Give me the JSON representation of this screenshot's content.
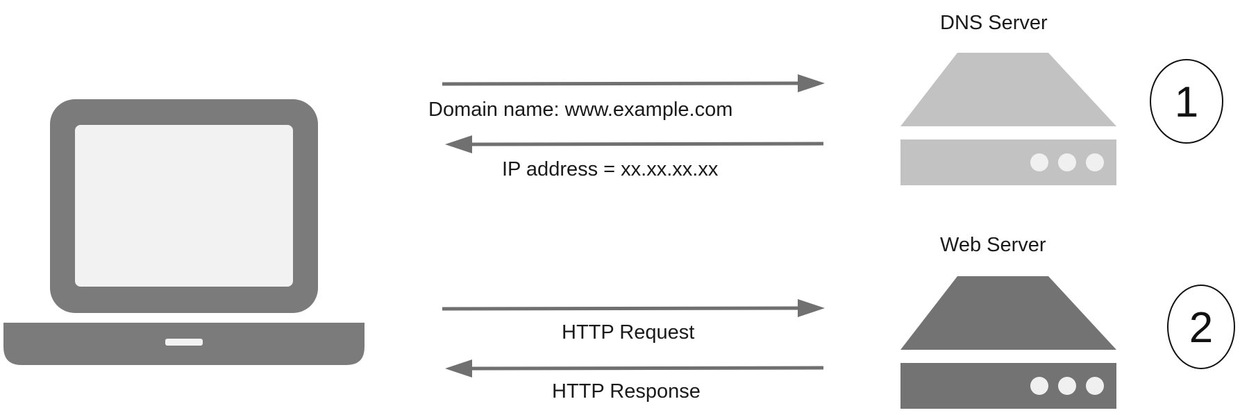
{
  "colors": {
    "laptop": "#7b7b7b",
    "laptop_screen": "#f2f2f2",
    "dns_server": "#c2c2c2",
    "web_server": "#737373",
    "arrow": "#707070",
    "server_light": "#f0f0f0",
    "text": "#1a1a1a"
  },
  "icons": {
    "laptop": "laptop-icon",
    "dns_server": "server-icon",
    "web_server": "server-icon"
  },
  "dns_server": {
    "label": "DNS Server",
    "step": "1"
  },
  "web_server": {
    "label": "Web Server",
    "step": "2"
  },
  "dns_exchange": {
    "request_label": "Domain name: www.example.com",
    "response_label": "IP address = xx.xx.xx.xx"
  },
  "web_exchange": {
    "request_label": "HTTP Request",
    "response_label": "HTTP Response"
  }
}
